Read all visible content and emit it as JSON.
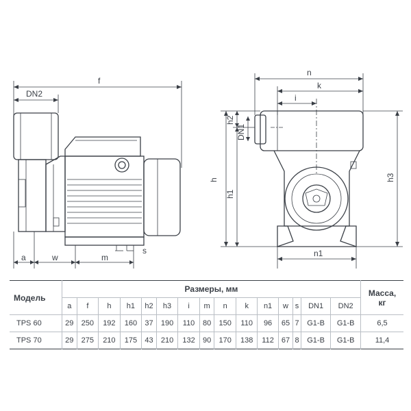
{
  "drawing_labels": {
    "f": "f",
    "dn2": "DN2",
    "a": "a",
    "w": "w",
    "m": "m",
    "s": "s",
    "n": "n",
    "k": "k",
    "i": "i",
    "h": "h",
    "h1": "h1",
    "h2": "h2",
    "h3": "h3",
    "dn1": "DN1",
    "n1": "n1"
  },
  "table": {
    "model_header": "Модель",
    "dims_header": "Размеры, мм",
    "mass_header_line1": "Масса,",
    "mass_header_line2": "кг",
    "columns": [
      "a",
      "f",
      "h",
      "h1",
      "h2",
      "h3",
      "i",
      "m",
      "n",
      "k",
      "n1",
      "w",
      "s",
      "DN1",
      "DN2"
    ],
    "rows": [
      {
        "model": "TPS 60",
        "values": [
          "29",
          "250",
          "192",
          "160",
          "37",
          "190",
          "110",
          "80",
          "150",
          "110",
          "96",
          "65",
          "7",
          "G1-B",
          "G1-B"
        ],
        "mass": "6,5"
      },
      {
        "model": "TPS 70",
        "values": [
          "29",
          "275",
          "210",
          "175",
          "43",
          "210",
          "132",
          "90",
          "170",
          "138",
          "112",
          "67",
          "8",
          "G1-B",
          "G1-B"
        ],
        "mass": "11,4"
      }
    ]
  }
}
